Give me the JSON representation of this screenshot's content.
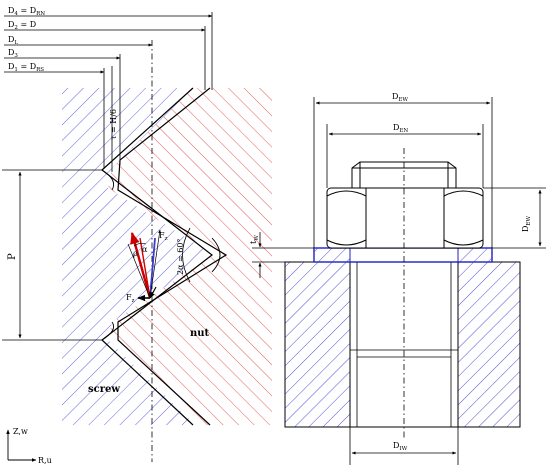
{
  "left_figure": {
    "diameters": [
      {
        "base": "D",
        "sub": "4",
        "eq": " = D",
        "eqsub": "RN"
      },
      {
        "base": "D",
        "sub": "2",
        "eq": " = D",
        "eqsub": ""
      },
      {
        "base": "D",
        "sub": "L",
        "eq": "",
        "eqsub": ""
      },
      {
        "base": "D",
        "sub": "3",
        "eq": "",
        "eqsub": ""
      },
      {
        "base": "D",
        "sub": "1",
        "eq": " = D",
        "eqsub": "RS"
      }
    ],
    "pitch_label": "P",
    "tau_label": "τ = H/6",
    "flank_angle_label": "2α = 60°",
    "rho_label": "ρ",
    "alpha_label": "α",
    "force_label": "F",
    "force_sub": "z",
    "nut_label": "nut",
    "screw_label": "screw",
    "axis_z_label": "Z,w",
    "axis_r_label": "R,u",
    "colors": {
      "screw_hatch": "#3b3bd6",
      "nut_hatch": "#e03030",
      "force_arrow": "#cc0000"
    }
  },
  "right_figure": {
    "dew": {
      "base": "D",
      "sub": "EW"
    },
    "den": {
      "base": "D",
      "sub": "EN"
    },
    "dew_vertical": {
      "base": "D",
      "sub": "EW"
    },
    "tw": {
      "base": "t",
      "sub": "W"
    },
    "diw": {
      "base": "D",
      "sub": "IW"
    },
    "colors": {
      "plate_hatch": "#3b3bd6",
      "washer": "#2020c0"
    }
  }
}
